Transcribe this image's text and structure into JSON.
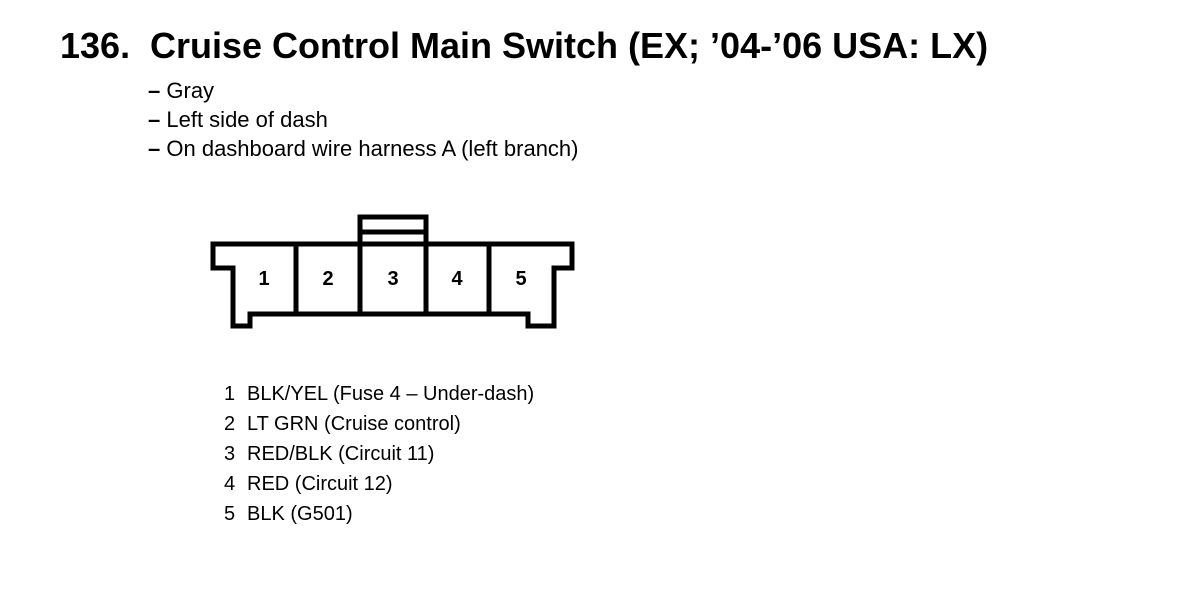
{
  "title": {
    "number": "136.",
    "text": "Cruise Control Main Switch (EX; ’04-’06 USA: LX)"
  },
  "notes": [
    {
      "dash": "–",
      "text": "Gray"
    },
    {
      "dash": "–",
      "text": "Left side of dash"
    },
    {
      "dash": "–",
      "text": "On dashboard wire harness A (left branch)"
    }
  ],
  "connector": {
    "pins": [
      "1",
      "2",
      "3",
      "4",
      "5"
    ]
  },
  "pinout": [
    {
      "pin": "1",
      "wire": "BLK/YEL (Fuse 4 – Under-dash)"
    },
    {
      "pin": "2",
      "wire": "LT GRN (Cruise control)"
    },
    {
      "pin": "3",
      "wire": "RED/BLK (Circuit 11)"
    },
    {
      "pin": "4",
      "wire": "RED (Circuit 12)"
    },
    {
      "pin": "5",
      "wire": "BLK (G501)"
    }
  ]
}
